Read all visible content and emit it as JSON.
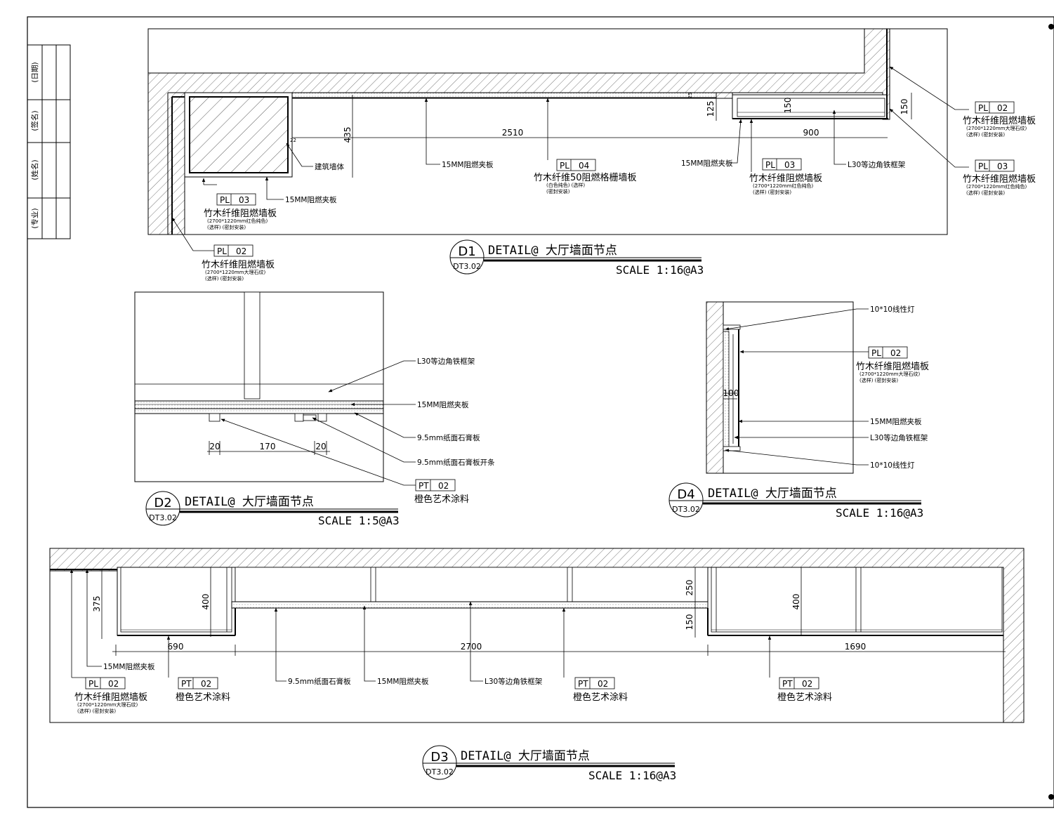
{
  "title_block": {
    "cells": [
      "(日期)",
      "(签名)",
      "(姓名)",
      "(专业)"
    ]
  },
  "common": {
    "pl02": {
      "code": "PL",
      "num": "02",
      "name": "竹木纤维阻燃墙板",
      "spec": "(2700*1220mm大理石纹)",
      "note": "(选样) (密封安装)"
    },
    "pl03": {
      "code": "PL",
      "num": "03",
      "name": "竹木纤维阻燃墙板",
      "spec": "(2700*1220mm红色纯色)",
      "note": "(选样) (密封安装)"
    },
    "pl04": {
      "code": "PL",
      "num": "04",
      "name": "竹木纤维50阻燃格栅墙板",
      "spec": "(白色纯色) (选样)",
      "note": "(密封安装)"
    },
    "pt02": {
      "code": "PT",
      "num": "02",
      "name": "橙色艺术涂料"
    }
  },
  "labels": {
    "plywood": "15MM阻燃夹板",
    "building_wall": "建筑墙体",
    "angle_frame": "L30等边角铁框架",
    "gypsum": "9.5mm纸面石膏板",
    "gypsum_slot": "9.5mm纸面石膏板开条",
    "linear_light": "10*10线性灯"
  },
  "d1": {
    "tag": "D1",
    "sheet": "DT3.02",
    "title": "DETAIL@ 大厅墙面节点",
    "scale": "SCALE 1:16@A3",
    "dims": {
      "d435": "435",
      "d2510": "2510",
      "d900": "900",
      "d125": "125",
      "d150a": "150",
      "d150b": "150",
      "d25": "25",
      "d22": "22"
    }
  },
  "d2": {
    "tag": "D2",
    "sheet": "DT3.02",
    "title": "DETAIL@ 大厅墙面节点",
    "scale": "SCALE 1:5@A3",
    "dims": {
      "d20a": "20",
      "d170": "170",
      "d20b": "20"
    }
  },
  "d3": {
    "tag": "D3",
    "sheet": "DT3.02",
    "title": "DETAIL@ 大厅墙面节点",
    "scale": "SCALE 1:16@A3",
    "dims": {
      "d375": "375",
      "d400a": "400",
      "d690": "690",
      "d2700": "2700",
      "d250": "250",
      "d150": "150",
      "d400b": "400",
      "d1690": "1690"
    }
  },
  "d4": {
    "tag": "D4",
    "sheet": "DT3.02",
    "title": "DETAIL@ 大厅墙面节点",
    "scale": "SCALE 1:16@A3",
    "dims": {
      "d100": "100"
    }
  }
}
